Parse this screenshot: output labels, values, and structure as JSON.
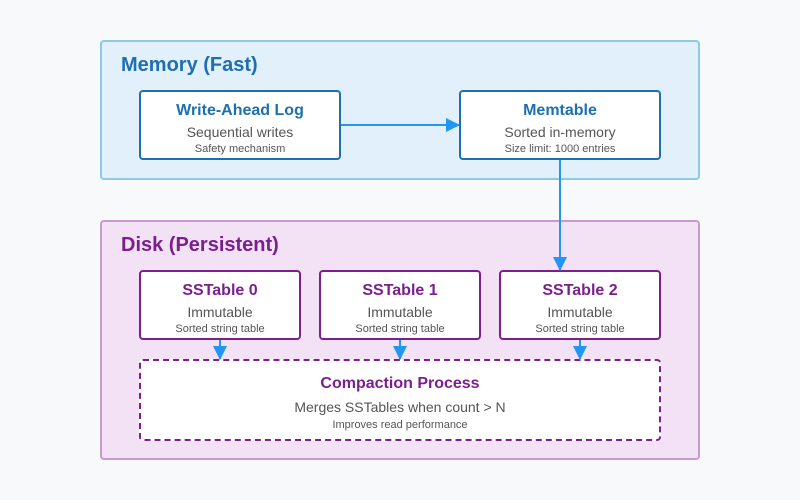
{
  "memory": {
    "title": "Memory (Fast)",
    "wal": {
      "title": "Write-Ahead Log",
      "subtitle": "Sequential writes",
      "note": "Safety mechanism"
    },
    "memtable": {
      "title": "Memtable",
      "subtitle": "Sorted in-memory",
      "note": "Size limit: 1000 entries"
    }
  },
  "disk": {
    "title": "Disk (Persistent)",
    "sstables": [
      {
        "title": "SSTable 0",
        "subtitle": "Immutable",
        "note": "Sorted string table"
      },
      {
        "title": "SSTable 1",
        "subtitle": "Immutable",
        "note": "Sorted string table"
      },
      {
        "title": "SSTable 2",
        "subtitle": "Immutable",
        "note": "Sorted string table"
      }
    ],
    "compaction": {
      "title": "Compaction Process",
      "subtitle": "Merges SSTables when count > N",
      "note": "Improves read performance"
    }
  },
  "colors": {
    "memory_accent": "#1e6fb0",
    "disk_accent": "#7b1f8f",
    "arrow": "#2196f3",
    "memory_bg": "#e2f0fb",
    "disk_bg": "#f3e1f5"
  }
}
